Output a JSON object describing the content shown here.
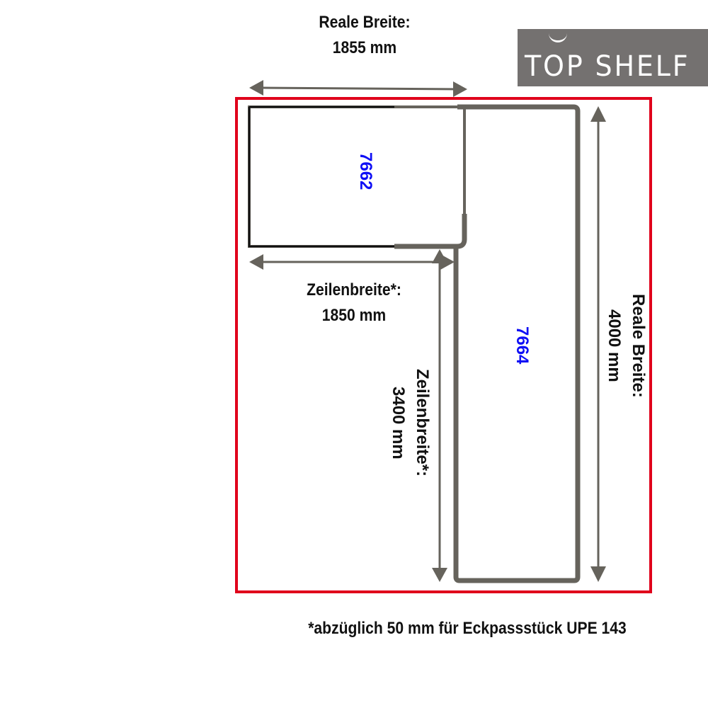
{
  "brand": {
    "logo_text": "TOP SHELF",
    "logo_bg": "#747170"
  },
  "colors": {
    "frame": "#e0001b",
    "shelf_outline": "#66635c",
    "code": "#0f0ff5",
    "text": "#111111"
  },
  "top_dimension": {
    "label": "Reale Breite:",
    "value": "1855 mm"
  },
  "left_row_dimension": {
    "label": "Zeilenbreite*:",
    "value": "1850 mm"
  },
  "vertical_row_dimension": {
    "label": "Zeilenbreite*:",
    "value": "3400 mm"
  },
  "right_dimension": {
    "label": "Reale Breite:",
    "value": "4000 mm"
  },
  "modules": [
    {
      "code": "7662",
      "orientation": "horizontal"
    },
    {
      "code": "7664",
      "orientation": "vertical"
    }
  ],
  "footnote": "*abzüglich 50 mm für Eckpassstück UPE 143"
}
